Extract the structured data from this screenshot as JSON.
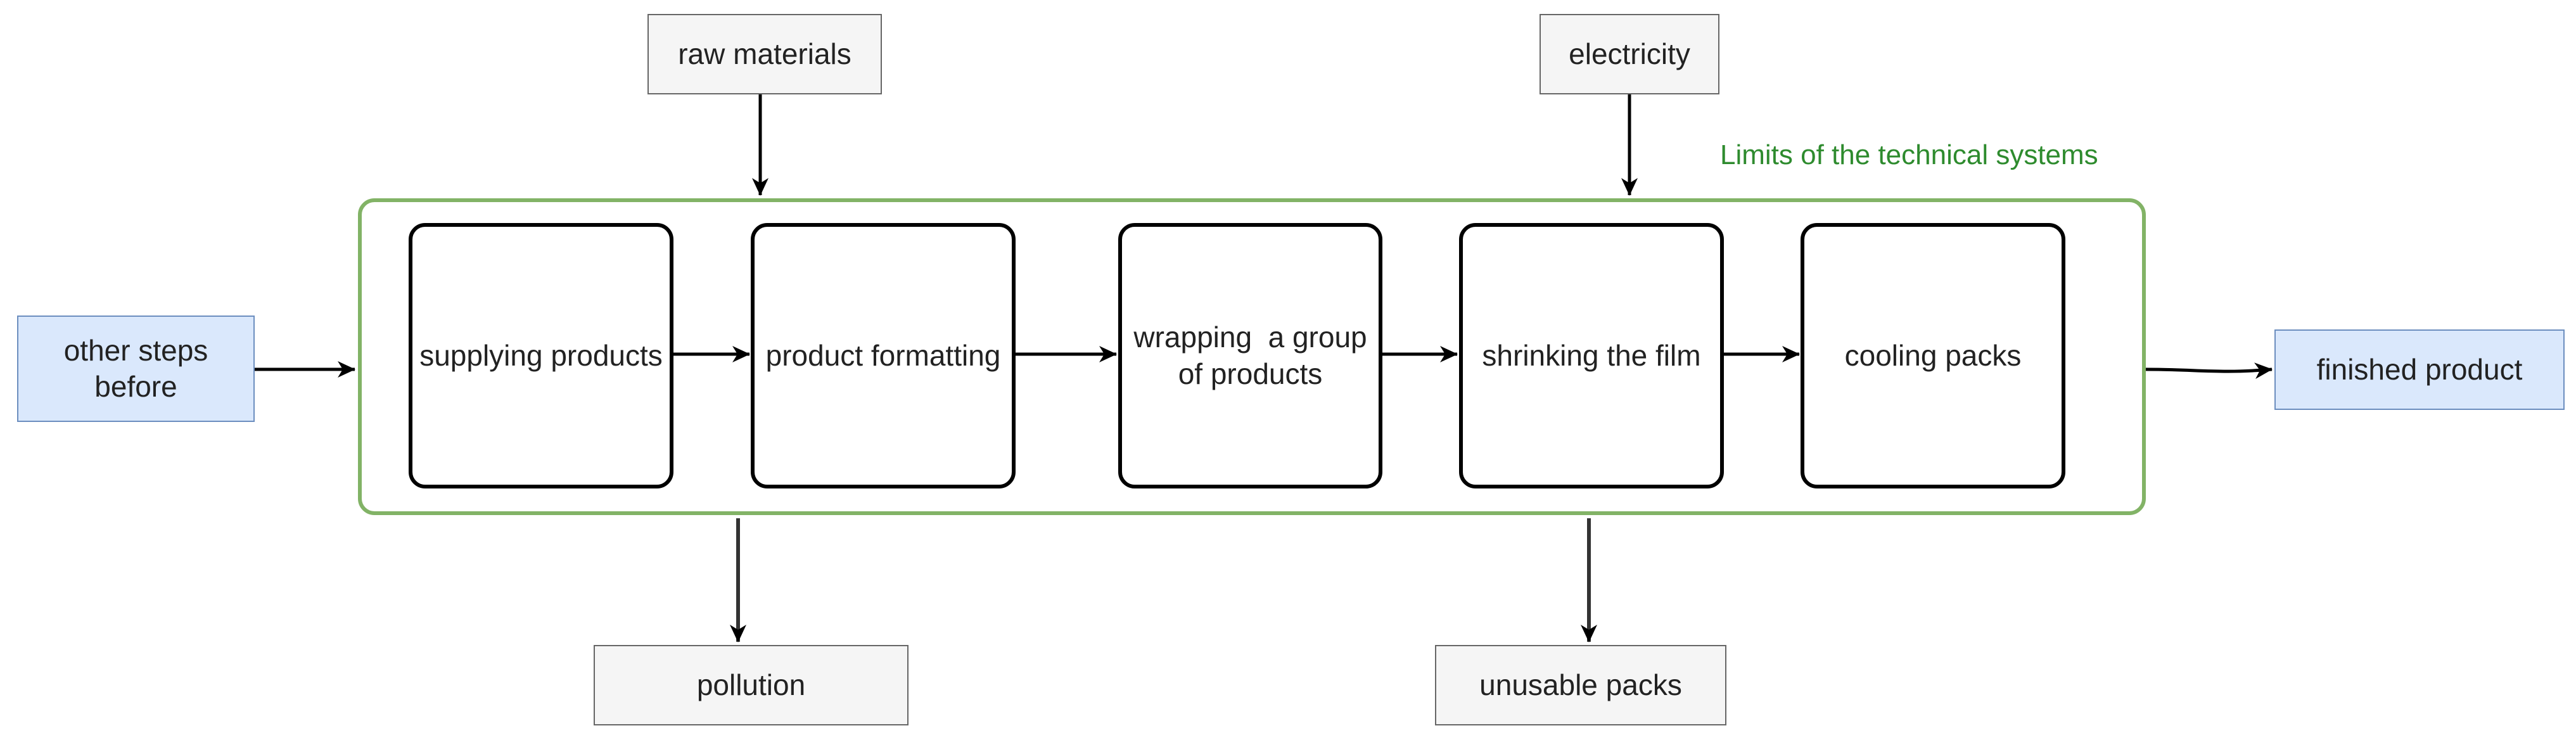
{
  "diagram": {
    "system_limit_label": "Limits of the technical systems",
    "colors": {
      "boundary": "#82b366",
      "boundary_label": "#2e8b2e",
      "io_fill": "#dae8fc",
      "io_border": "#6c8ebf",
      "external_fill": "#f5f5f5",
      "external_border": "#666666",
      "step_border": "#000000"
    },
    "inputs": {
      "raw_materials": "raw materials",
      "electricity": "electricity"
    },
    "outputs": {
      "pollution": "pollution",
      "unusable_packs": "unusable packs"
    },
    "flow": {
      "start": "other steps before",
      "end": "finished product"
    },
    "steps": [
      "supplying products",
      "product formatting",
      "wrapping  a group of products",
      "shrinking the film",
      "cooling packs"
    ]
  }
}
